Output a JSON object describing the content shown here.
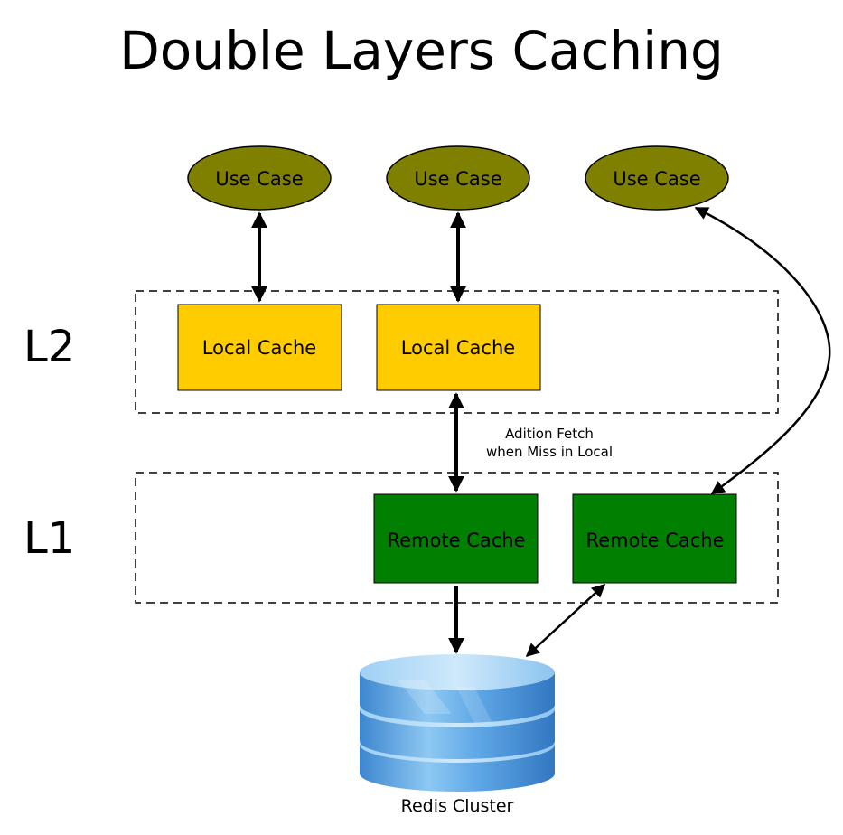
{
  "title": "Double Layers Caching",
  "layers": {
    "l2": "L2",
    "l1": "L1"
  },
  "use_cases": [
    "Use Case",
    "Use Case",
    "Use Case"
  ],
  "local_caches": [
    "Local Cache",
    "Local Cache"
  ],
  "remote_caches": [
    "Remote Cache",
    "Remote Cache"
  ],
  "annotation": {
    "line1": "Adition Fetch",
    "line2": "when Miss in Local"
  },
  "database": {
    "label": "Redis Cluster"
  },
  "colors": {
    "use_case_fill": "#808000",
    "local_cache_fill": "#ffcc00",
    "remote_cache_fill": "#007f00",
    "db_fill": "#6aaee4"
  }
}
